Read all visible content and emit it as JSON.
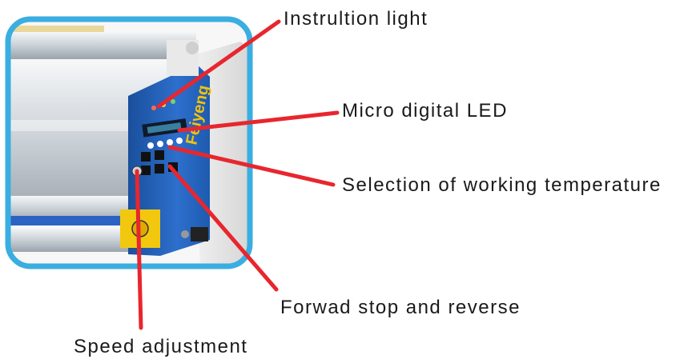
{
  "callouts": {
    "instruction_light": "Instrultion light",
    "micro_led": "Micro digital LED",
    "temperature": "Selection of working temperature",
    "direction": "Forwad stop and reverse",
    "speed": "Speed adjustment"
  },
  "machine": {
    "brand": "Feiyeng"
  },
  "colors": {
    "frame": "#3aaee0",
    "leader": "#e8262e",
    "panel": "#1f5fb8",
    "roller": "#d8dee3"
  }
}
